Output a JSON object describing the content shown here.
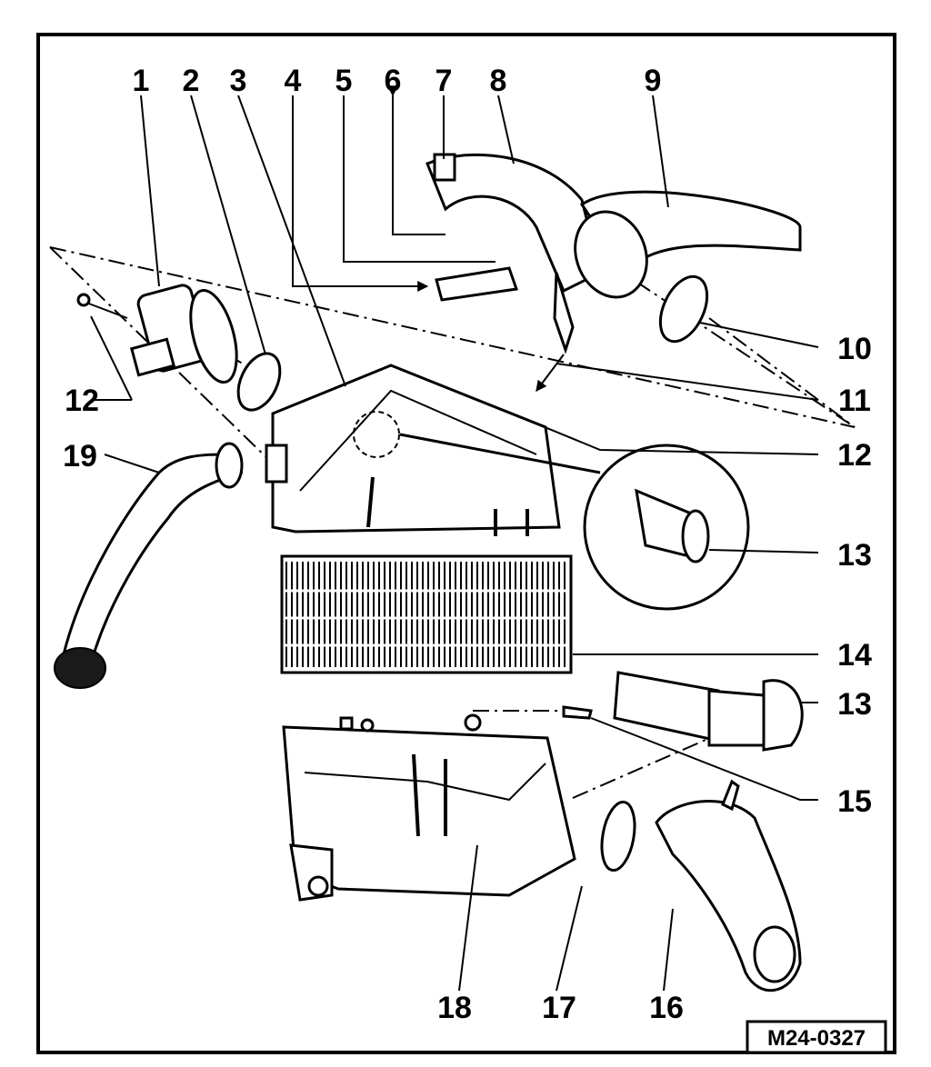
{
  "diagram": {
    "reference_code": "M24-0327",
    "callouts": [
      "1",
      "2",
      "3",
      "4",
      "5",
      "6",
      "7",
      "8",
      "9",
      "10",
      "11",
      "12",
      "12",
      "13",
      "13",
      "14",
      "15",
      "16",
      "17",
      "18",
      "19"
    ]
  },
  "colors": {
    "ink": "#000000",
    "paper": "#ffffff"
  }
}
